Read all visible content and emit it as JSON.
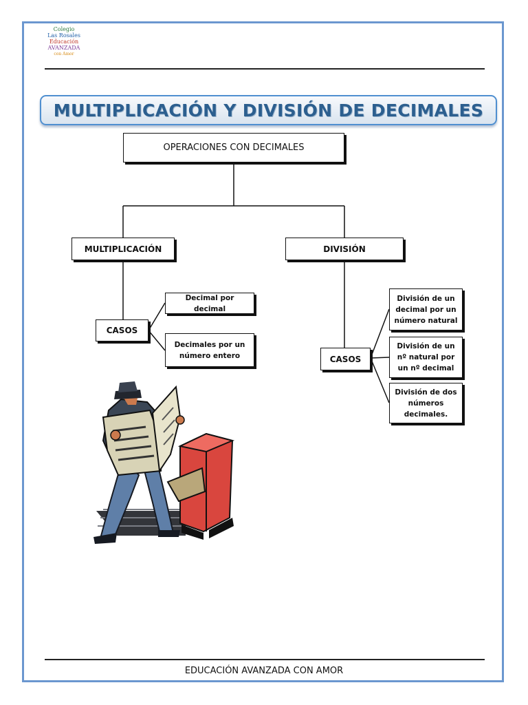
{
  "logo": {
    "lines": [
      "Colegio",
      "Las Rosales",
      "Educación",
      "AVANZADA",
      "con Amor"
    ],
    "colors": [
      "#2c7a3f",
      "#1f5fa8",
      "#c0392b",
      "#7d3c98",
      "#d68910"
    ]
  },
  "title": "MULTIPLICACIÓN Y DIVISIÓN DE DECIMALES",
  "diagram": {
    "root": "OPERACIONES CON DECIMALES",
    "multiplication": {
      "label": "MULTIPLICACIÓN",
      "cases_label": "CASOS",
      "cases": [
        "Decimal por decimal",
        "Decimales por un número entero"
      ]
    },
    "division": {
      "label": "DIVISIÓN",
      "cases_label": "CASOS",
      "cases": [
        "División de un decimal por un número natural",
        "División de un nº natural por un nº decimal",
        "División de dos números decimales."
      ]
    }
  },
  "illustration": {
    "subject": "man-reading-newspaper-by-mailbox"
  },
  "footer": "EDUCACIÓN AVANZADA CON AMOR"
}
